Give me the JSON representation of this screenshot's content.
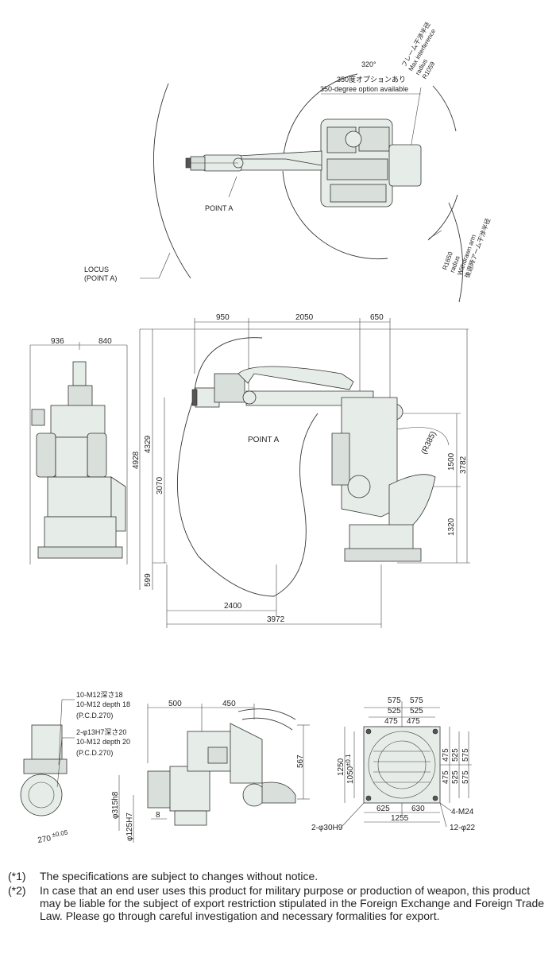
{
  "top_view": {
    "rotation": "320°",
    "option_jp": "350度オプションあり",
    "option_en": "350-degree option available",
    "max_interference_jp": "フレーム干渉半径",
    "max_interference_en_1": "Max interference",
    "max_interference_en_2": "radius",
    "max_interference_value": "R1059",
    "withdrawn_jp": "後退時アーム干渉半径",
    "withdrawn_en_1": "Withdrawn arm",
    "withdrawn_en_2": "radius",
    "withdrawn_value": "R1650",
    "point_a": "POINT A",
    "locus_1": "LOCUS",
    "locus_2": "(POINT A)"
  },
  "side_view": {
    "dim_950": "950",
    "dim_2050": "2050",
    "dim_650": "650",
    "dim_4928": "4928",
    "dim_4329": "4329",
    "dim_3070": "3070",
    "dim_599": "599",
    "dim_1500": "1500",
    "dim_3782": "3782",
    "dim_1320": "1320",
    "dim_r385": "(R385)",
    "dim_2400": "2400",
    "dim_3972": "3972",
    "point_a": "POINT A"
  },
  "front_view": {
    "dim_936": "936",
    "dim_840": "840"
  },
  "wrist_view": {
    "tap_jp": "10-M12深さ18",
    "tap_en": "10-M12 depth 18",
    "pcd1": "(P.C.D.270)",
    "hole_jp": "2-φ13H7深さ20",
    "hole_en": "10-M12 depth 20",
    "pcd2": "(P.C.D.270)",
    "dim_270": "270",
    "dim_270_tol": "±0.05",
    "dim_500": "500",
    "dim_450": "450",
    "dim_567": "567",
    "dim_315": "φ315h8",
    "dim_125": "φ125H7",
    "dim_8": "8"
  },
  "base_view": {
    "top_575a": "575",
    "top_575b": "575",
    "top_525a": "525",
    "top_525b": "525",
    "top_475a": "475",
    "top_475b": "475",
    "right_475a": "475",
    "right_525a": "525",
    "right_575a": "575",
    "right_475b": "475",
    "right_525b": "525",
    "right_575b": "575",
    "dim_1250": "1250",
    "dim_1050": "1050",
    "dim_1050_tol": "±0.1",
    "dim_625": "625",
    "dim_630": "630",
    "dim_1255": "1255",
    "m24": "4-M24",
    "phi30": "2-φ30H9",
    "phi22": "12-φ22"
  },
  "notes": [
    {
      "mark": "(*1)",
      "text": "The specifications are subject to changes without notice."
    },
    {
      "mark": "(*2)",
      "text": "In case that an end user uses this product for military purpose or production of weapon, this product may be liable for the subject of export restriction stipulated in the Foreign Exchange and Foreign Trade Law. Please go through careful investigation and necessary formalities for export."
    }
  ]
}
